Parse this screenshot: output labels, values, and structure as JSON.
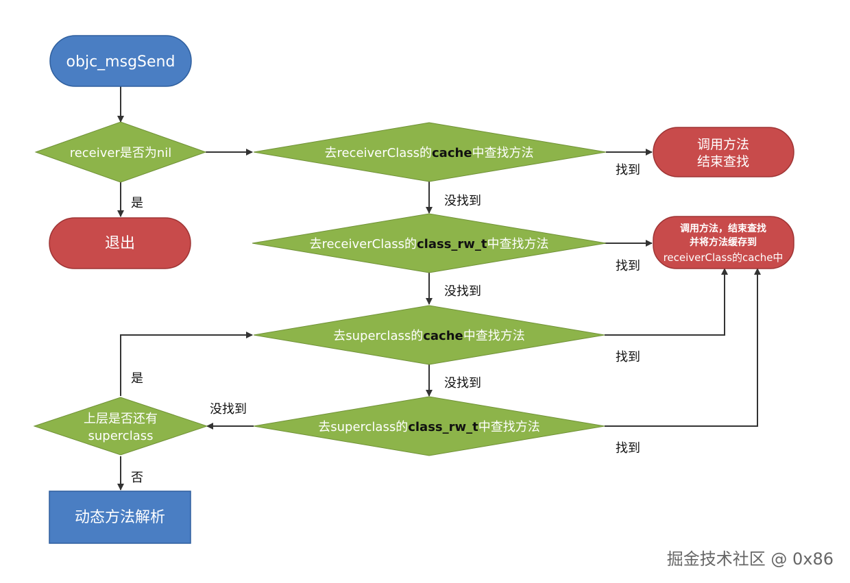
{
  "colors": {
    "blue": "#4A7EC3",
    "red": "#C84B4B",
    "green": "#8DB44A",
    "arrow": "#333333"
  },
  "nodes": {
    "start": "objc_msgSend",
    "check_nil": "receiver是否为nil",
    "exit": "退出",
    "found_end": [
      "调用方法",
      "结束查找"
    ],
    "found_cache": [
      "调用方法，结束查找",
      "并将方法缓存到",
      "receiverClass的cache中"
    ],
    "recv_cache": {
      "pre": "去receiverClass的",
      "key": "cache",
      "post": "中查找方法"
    },
    "recv_rw": {
      "pre": "去receiverClass的",
      "key": "class_rw_t",
      "post": "中查找方法"
    },
    "super_cache": {
      "pre": "去superclass的",
      "key": "cache",
      "post": "中查找方法"
    },
    "super_rw": {
      "pre": "去superclass的",
      "key": "class_rw_t",
      "post": "中查找方法"
    },
    "has_super": [
      "上层是否还有",
      "superclass"
    ],
    "dynamic": "动态方法解析"
  },
  "edge_labels": {
    "yes_exit": "是",
    "yes_super": "是",
    "no_dynamic": "否",
    "found1": "找到",
    "found2": "找到",
    "found3": "找到",
    "found4": "找到",
    "notfound1": "没找到",
    "notfound2": "没找到",
    "notfound3": "没找到",
    "notfound4": "没找到"
  },
  "watermark": "掘金技术社区 @ 0x86"
}
